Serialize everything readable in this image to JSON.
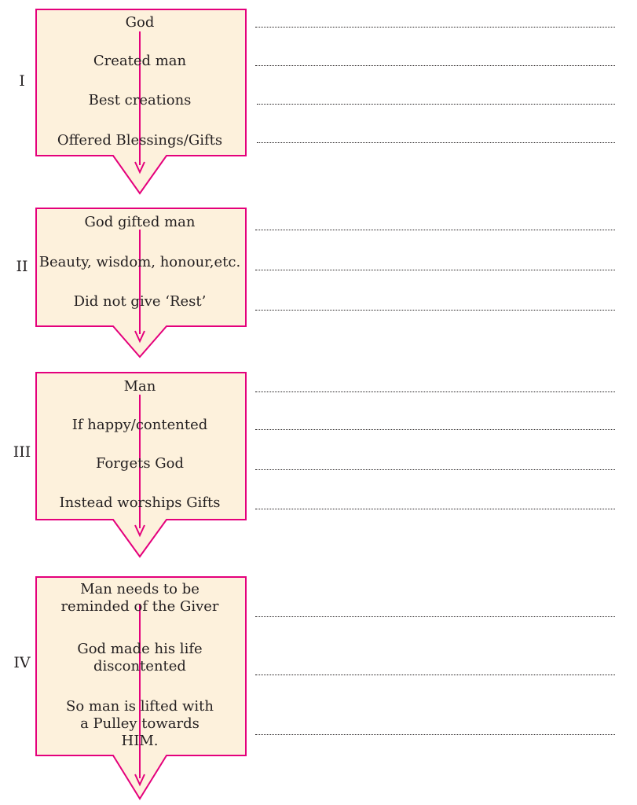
{
  "sections": [
    {
      "roman": "I",
      "items": [
        "God",
        "Created man",
        "Best creations",
        "Offered Blessings/Gifts"
      ]
    },
    {
      "roman": "II",
      "items": [
        "God gifted man",
        "Beauty, wisdom, honour,etc.",
        "Did not give ‘Rest’"
      ]
    },
    {
      "roman": "III",
      "items": [
        "Man",
        "If happy/contented",
        "Forgets God",
        "Instead worships Gifts"
      ]
    },
    {
      "roman": "IV",
      "items": [
        "Man needs to be reminded of the Giver",
        "God made his life discontented",
        "So man is lifted with a Pulley towards HIM."
      ]
    }
  ],
  "colors": {
    "box_fill": "#fdf1dc",
    "box_border": "#e4007c",
    "arrow": "#e4007c",
    "text": "#231f20"
  }
}
